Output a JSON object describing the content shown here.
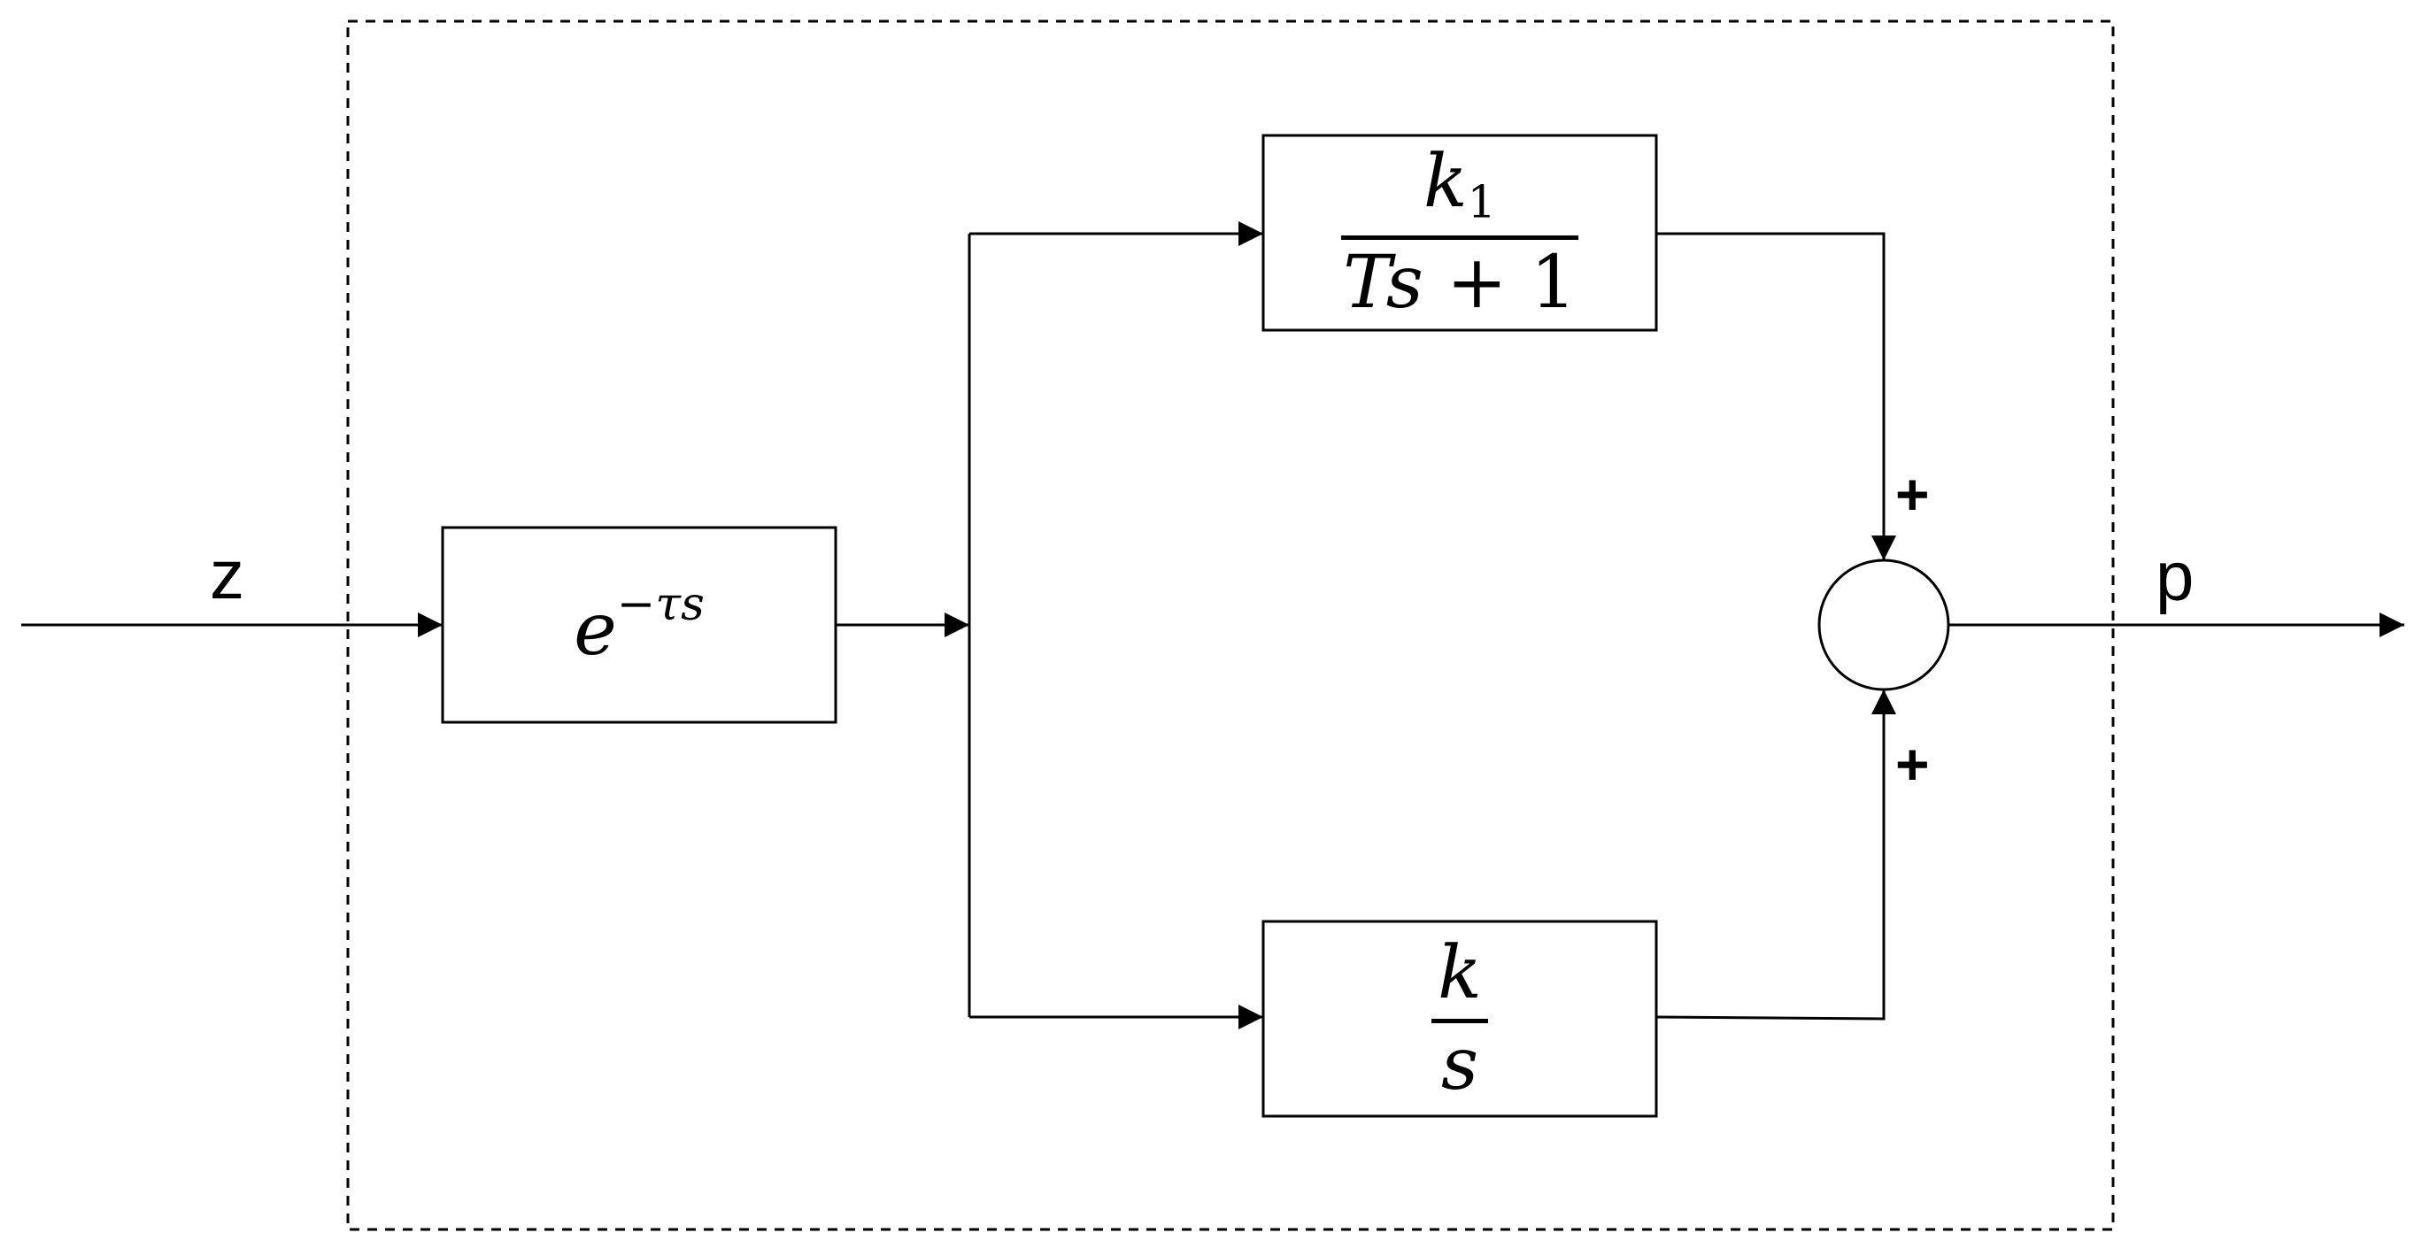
{
  "signals": {
    "input": "z",
    "output": "p"
  },
  "blocks": {
    "delay": {
      "base": "e",
      "exponent": "−τs"
    },
    "first_order": {
      "numerator_var": "k",
      "numerator_sub": "1",
      "den_T": "Ts",
      "den_plus": "+",
      "den_one": "1"
    },
    "integrator": {
      "numerator": "k",
      "denominator": "s"
    }
  },
  "summing_junction": {
    "top_sign": "+",
    "bottom_sign": "+"
  }
}
